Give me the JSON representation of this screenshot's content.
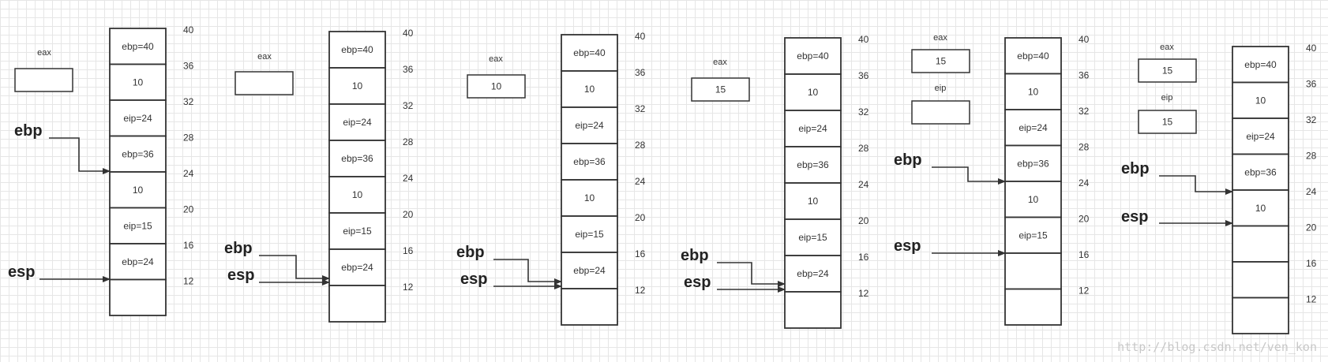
{
  "stages": [
    {
      "registers": [
        {
          "label": "eax",
          "value": ""
        }
      ],
      "cells": [
        "ebp=40",
        "10",
        "eip=24",
        "ebp=36",
        "10",
        "eip=15",
        "ebp=24",
        ""
      ],
      "addresses": [
        "40",
        "36",
        "32",
        "28",
        "24",
        "20",
        "16",
        "12"
      ],
      "pointers": [
        {
          "label": "ebp",
          "target": "24"
        },
        {
          "label": "esp",
          "target": "12"
        }
      ]
    },
    {
      "registers": [
        {
          "label": "eax",
          "value": ""
        }
      ],
      "cells": [
        "ebp=40",
        "10",
        "eip=24",
        "ebp=36",
        "10",
        "eip=15",
        "ebp=24",
        ""
      ],
      "addresses": [
        "40",
        "36",
        "32",
        "28",
        "24",
        "20",
        "16",
        "12"
      ],
      "pointers": [
        {
          "label": "ebp",
          "target": "12"
        },
        {
          "label": "esp",
          "target": "12"
        }
      ]
    },
    {
      "registers": [
        {
          "label": "eax",
          "value": "10"
        }
      ],
      "cells": [
        "ebp=40",
        "10",
        "eip=24",
        "ebp=36",
        "10",
        "eip=15",
        "ebp=24",
        ""
      ],
      "addresses": [
        "40",
        "36",
        "32",
        "28",
        "24",
        "20",
        "16",
        "12"
      ],
      "pointers": [
        {
          "label": "ebp",
          "target": "12"
        },
        {
          "label": "esp",
          "target": "12"
        }
      ]
    },
    {
      "registers": [
        {
          "label": "eax",
          "value": "15"
        }
      ],
      "cells": [
        "ebp=40",
        "10",
        "eip=24",
        "ebp=36",
        "10",
        "eip=15",
        "ebp=24",
        ""
      ],
      "addresses": [
        "40",
        "36",
        "32",
        "28",
        "24",
        "20",
        "16",
        "12"
      ],
      "pointers": [
        {
          "label": "ebp",
          "target": "12"
        },
        {
          "label": "esp",
          "target": "12"
        }
      ]
    },
    {
      "registers": [
        {
          "label": "eax",
          "value": "15"
        },
        {
          "label": "eip",
          "value": ""
        }
      ],
      "cells": [
        "ebp=40",
        "10",
        "eip=24",
        "ebp=36",
        "10",
        "eip=15",
        "",
        ""
      ],
      "addresses": [
        "40",
        "36",
        "32",
        "28",
        "24",
        "20",
        "16",
        "12"
      ],
      "pointers": [
        {
          "label": "ebp",
          "target": "24"
        },
        {
          "label": "esp",
          "target": "16"
        }
      ]
    },
    {
      "registers": [
        {
          "label": "eax",
          "value": "15"
        },
        {
          "label": "eip",
          "value": "15"
        }
      ],
      "cells": [
        "ebp=40",
        "10",
        "eip=24",
        "ebp=36",
        "10",
        "",
        "",
        ""
      ],
      "addresses": [
        "40",
        "36",
        "32",
        "28",
        "24",
        "20",
        "16",
        "12"
      ],
      "pointers": [
        {
          "label": "ebp",
          "target": "24"
        },
        {
          "label": "esp",
          "target": "20"
        }
      ]
    }
  ],
  "watermark": "http://blog.csdn.net/ven_kon"
}
